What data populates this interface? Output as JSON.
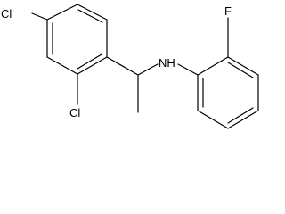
{
  "molecule": {
    "atoms": {
      "cl_para": "Cl",
      "cl_ortho": "Cl",
      "amine": "NH",
      "fluorine": "F"
    }
  },
  "colors": {
    "bond": "#000000",
    "label": "#000000",
    "background": "#ffffff"
  }
}
